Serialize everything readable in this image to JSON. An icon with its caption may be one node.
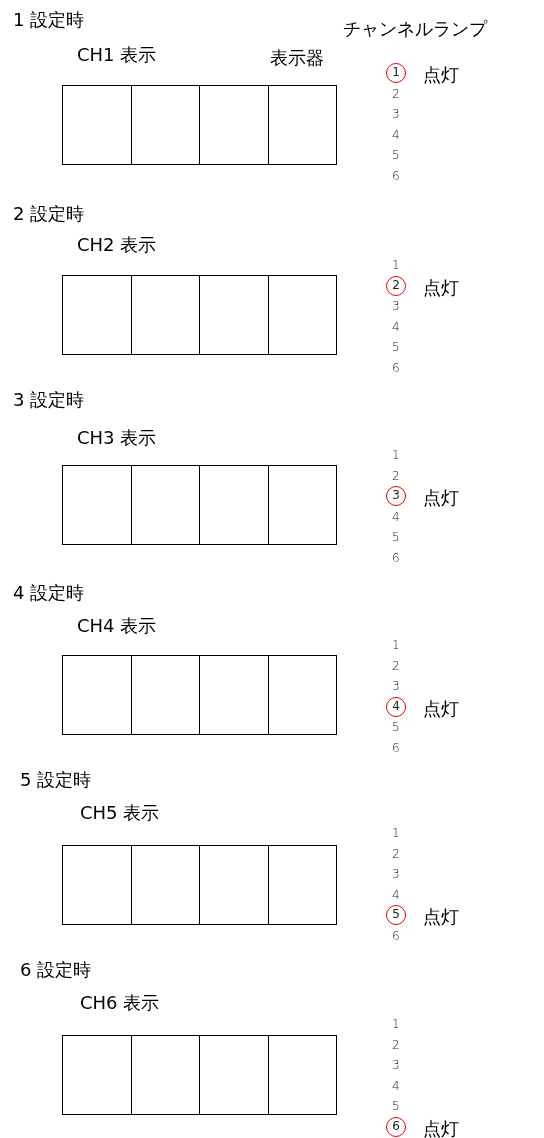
{
  "diagram": {
    "nodes": [
      {
        "text": [],
        "shape": "box"
      },
      {
        "text": [],
        "shape": "box"
      },
      {
        "text": [],
        "shape": "box"
      },
      {
        "text": [],
        "shape": "box"
      },
      {
        "text": [
          "1"
        ],
        "beside": [
          "点灯"
        ]
      },
      {
        "text": [],
        "shape": "box"
      },
      {
        "text": [],
        "shape": "box"
      },
      {
        "text": [],
        "shape": "box"
      },
      {
        "text": [],
        "shape": "box"
      },
      {
        "text": [
          "2"
        ],
        "beside": [
          "点灯"
        ]
      },
      {
        "text": [],
        "shape": "box"
      },
      {
        "text": [],
        "shape": "box"
      },
      {
        "text": [],
        "shape": "box"
      },
      {
        "text": [],
        "shape": "box"
      },
      {
        "text": [
          "3"
        ],
        "beside": [
          "点灯"
        ]
      },
      {
        "text": [],
        "shape": "box"
      },
      {
        "text": [],
        "shape": "box"
      },
      {
        "text": [],
        "shape": "box"
      },
      {
        "text": [],
        "shape": "box"
      },
      {
        "text": [
          "4"
        ],
        "beside": [
          "点灯"
        ]
      },
      {
        "text": [],
        "shape": "box"
      },
      {
        "text": [],
        "shape": "box"
      },
      {
        "text": [],
        "shape": "box"
      },
      {
        "text": [],
        "shape": "box"
      },
      {
        "text": [
          "5"
        ],
        "beside": [
          "点灯"
        ]
      },
      {
        "text": [],
        "shape": "box"
      },
      {
        "text": [],
        "shape": "box"
      },
      {
        "text": [],
        "shape": "box"
      },
      {
        "text": [],
        "shape": "box"
      },
      {
        "text": [
          "6"
        ],
        "beside": [
          "点灯"
        ]
      }
    ],
    "edges": [],
    "labels": [
      "1 設定時",
      "チャンネルランプ",
      "CH1 表示",
      "表示器",
      "2",
      "3",
      "4",
      "5",
      "6",
      "2 設定時",
      "CH2 表示",
      "1",
      "3",
      "4",
      "5",
      "6",
      "3 設定時",
      "CH3 表示",
      "1",
      "2",
      "4",
      "5",
      "6",
      "4 設定時",
      "CH4 表示",
      "1",
      "2",
      "3",
      "5",
      "6",
      "5 設定時",
      "CH5 表示",
      "1",
      "2",
      "3",
      "4",
      "6",
      "6 設定時",
      "CH6 表示",
      "1",
      "2",
      "3",
      "4",
      "5"
    ]
  }
}
